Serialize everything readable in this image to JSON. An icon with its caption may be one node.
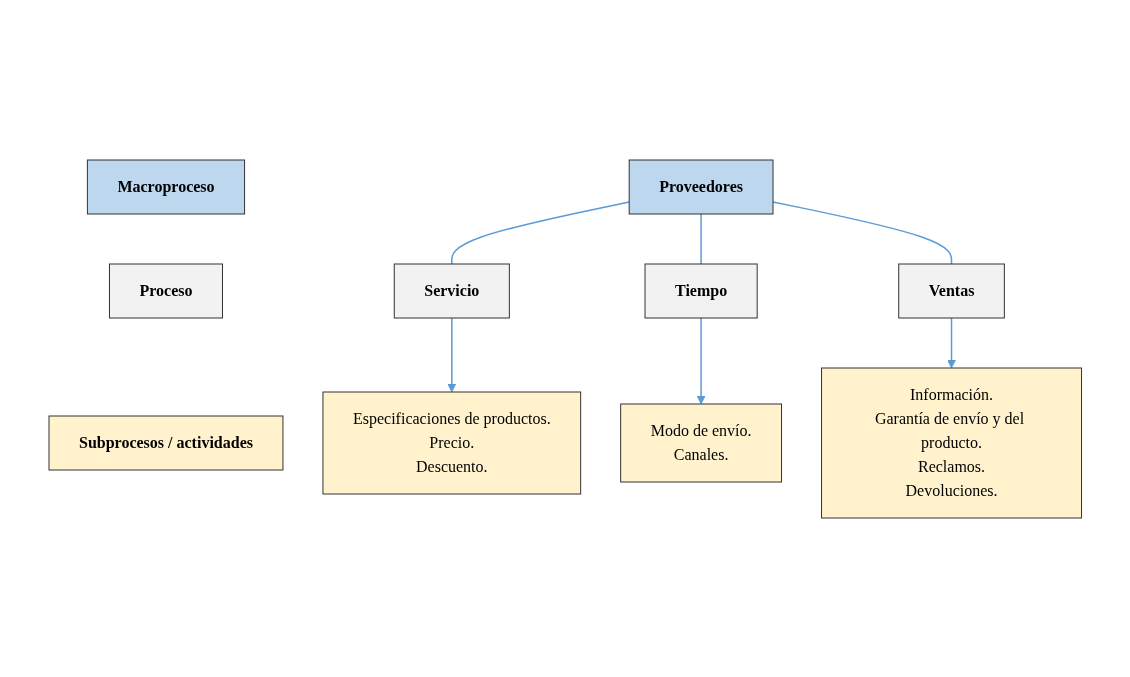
{
  "diagram": {
    "nodes": [
      {
        "text": [
          "Macroproceso"
        ]
      },
      {
        "text": [
          "Proceso"
        ]
      },
      {
        "text": [
          "Subprocesos / actividades"
        ]
      },
      {
        "text": [
          "Proveedores"
        ]
      },
      {
        "text": [
          "Servicio"
        ]
      },
      {
        "text": [
          "Tiempo"
        ]
      },
      {
        "text": [
          "Ventas"
        ]
      },
      {
        "text": [
          "Especificaciones de productos.",
          "Precio.",
          "Descuento."
        ]
      },
      {
        "text": [
          "Modo de envío.",
          "Canales."
        ]
      },
      {
        "text": [
          "Información.",
          "Garantía de envío y del producto.",
          "Reclamos.",
          "Devoluciones."
        ]
      }
    ],
    "edges": [
      {
        "from": 3,
        "to": 4,
        "arrow": "none"
      },
      {
        "from": 3,
        "to": 5,
        "arrow": "none"
      },
      {
        "from": 3,
        "to": 6,
        "arrow": "none"
      },
      {
        "from": 4,
        "to": 7,
        "arrow": "to"
      },
      {
        "from": 5,
        "to": 8,
        "arrow": "to"
      },
      {
        "from": 6,
        "to": 9,
        "arrow": "to"
      }
    ]
  }
}
